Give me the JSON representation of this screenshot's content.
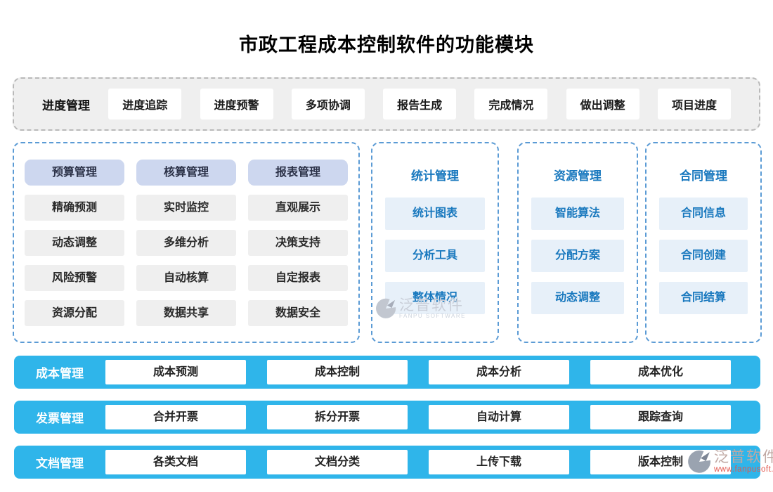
{
  "title": "市政工程成本控制软件的功能模块",
  "progress_band": {
    "label": "进度管理",
    "items": [
      "进度追踪",
      "进度预警",
      "多项协调",
      "报告生成",
      "完成情况",
      "做出调整",
      "项目进度"
    ]
  },
  "matrix": {
    "headers": [
      "预算管理",
      "核算管理",
      "报表管理"
    ],
    "rows": [
      [
        "精确预测",
        "实时监控",
        "直观展示"
      ],
      [
        "动态调整",
        "多维分析",
        "决策支持"
      ],
      [
        "风险预警",
        "自动核算",
        "自定报表"
      ],
      [
        "资源分配",
        "数据共享",
        "数据安全"
      ]
    ]
  },
  "columns": [
    {
      "title": "统计管理",
      "items": [
        "统计图表",
        "分析工具",
        "整体情况"
      ]
    },
    {
      "title": "资源管理",
      "items": [
        "智能算法",
        "分配方案",
        "动态调整"
      ]
    },
    {
      "title": "合同管理",
      "items": [
        "合同信息",
        "合同创建",
        "合同结算"
      ]
    }
  ],
  "bars": [
    {
      "label": "成本管理",
      "items": [
        "成本预测",
        "成本控制",
        "成本分析",
        "成本优化"
      ]
    },
    {
      "label": "发票管理",
      "items": [
        "合并开票",
        "拆分开票",
        "自动计算",
        "跟踪查询"
      ]
    },
    {
      "label": "文档管理",
      "items": [
        "各类文档",
        "文档分类",
        "上传下载",
        "版本控制"
      ]
    }
  ],
  "watermarks": {
    "center": {
      "name": "泛普软件",
      "sub": "FANPU SOFTWARE"
    },
    "corner": {
      "name": "泛普软件",
      "sub": "www.fanpusoft.com"
    }
  },
  "colors": {
    "bar_blue": "#2fb5ea",
    "accent_blue": "#1878be",
    "dashed_blue": "#5b9bd5",
    "dashed_gray": "#b9b9b9",
    "header_lavender": "#cdd7ef",
    "chip_gray": "#efefef",
    "chip_light_blue": "#e7f0f9",
    "url_red": "#e2574d"
  }
}
